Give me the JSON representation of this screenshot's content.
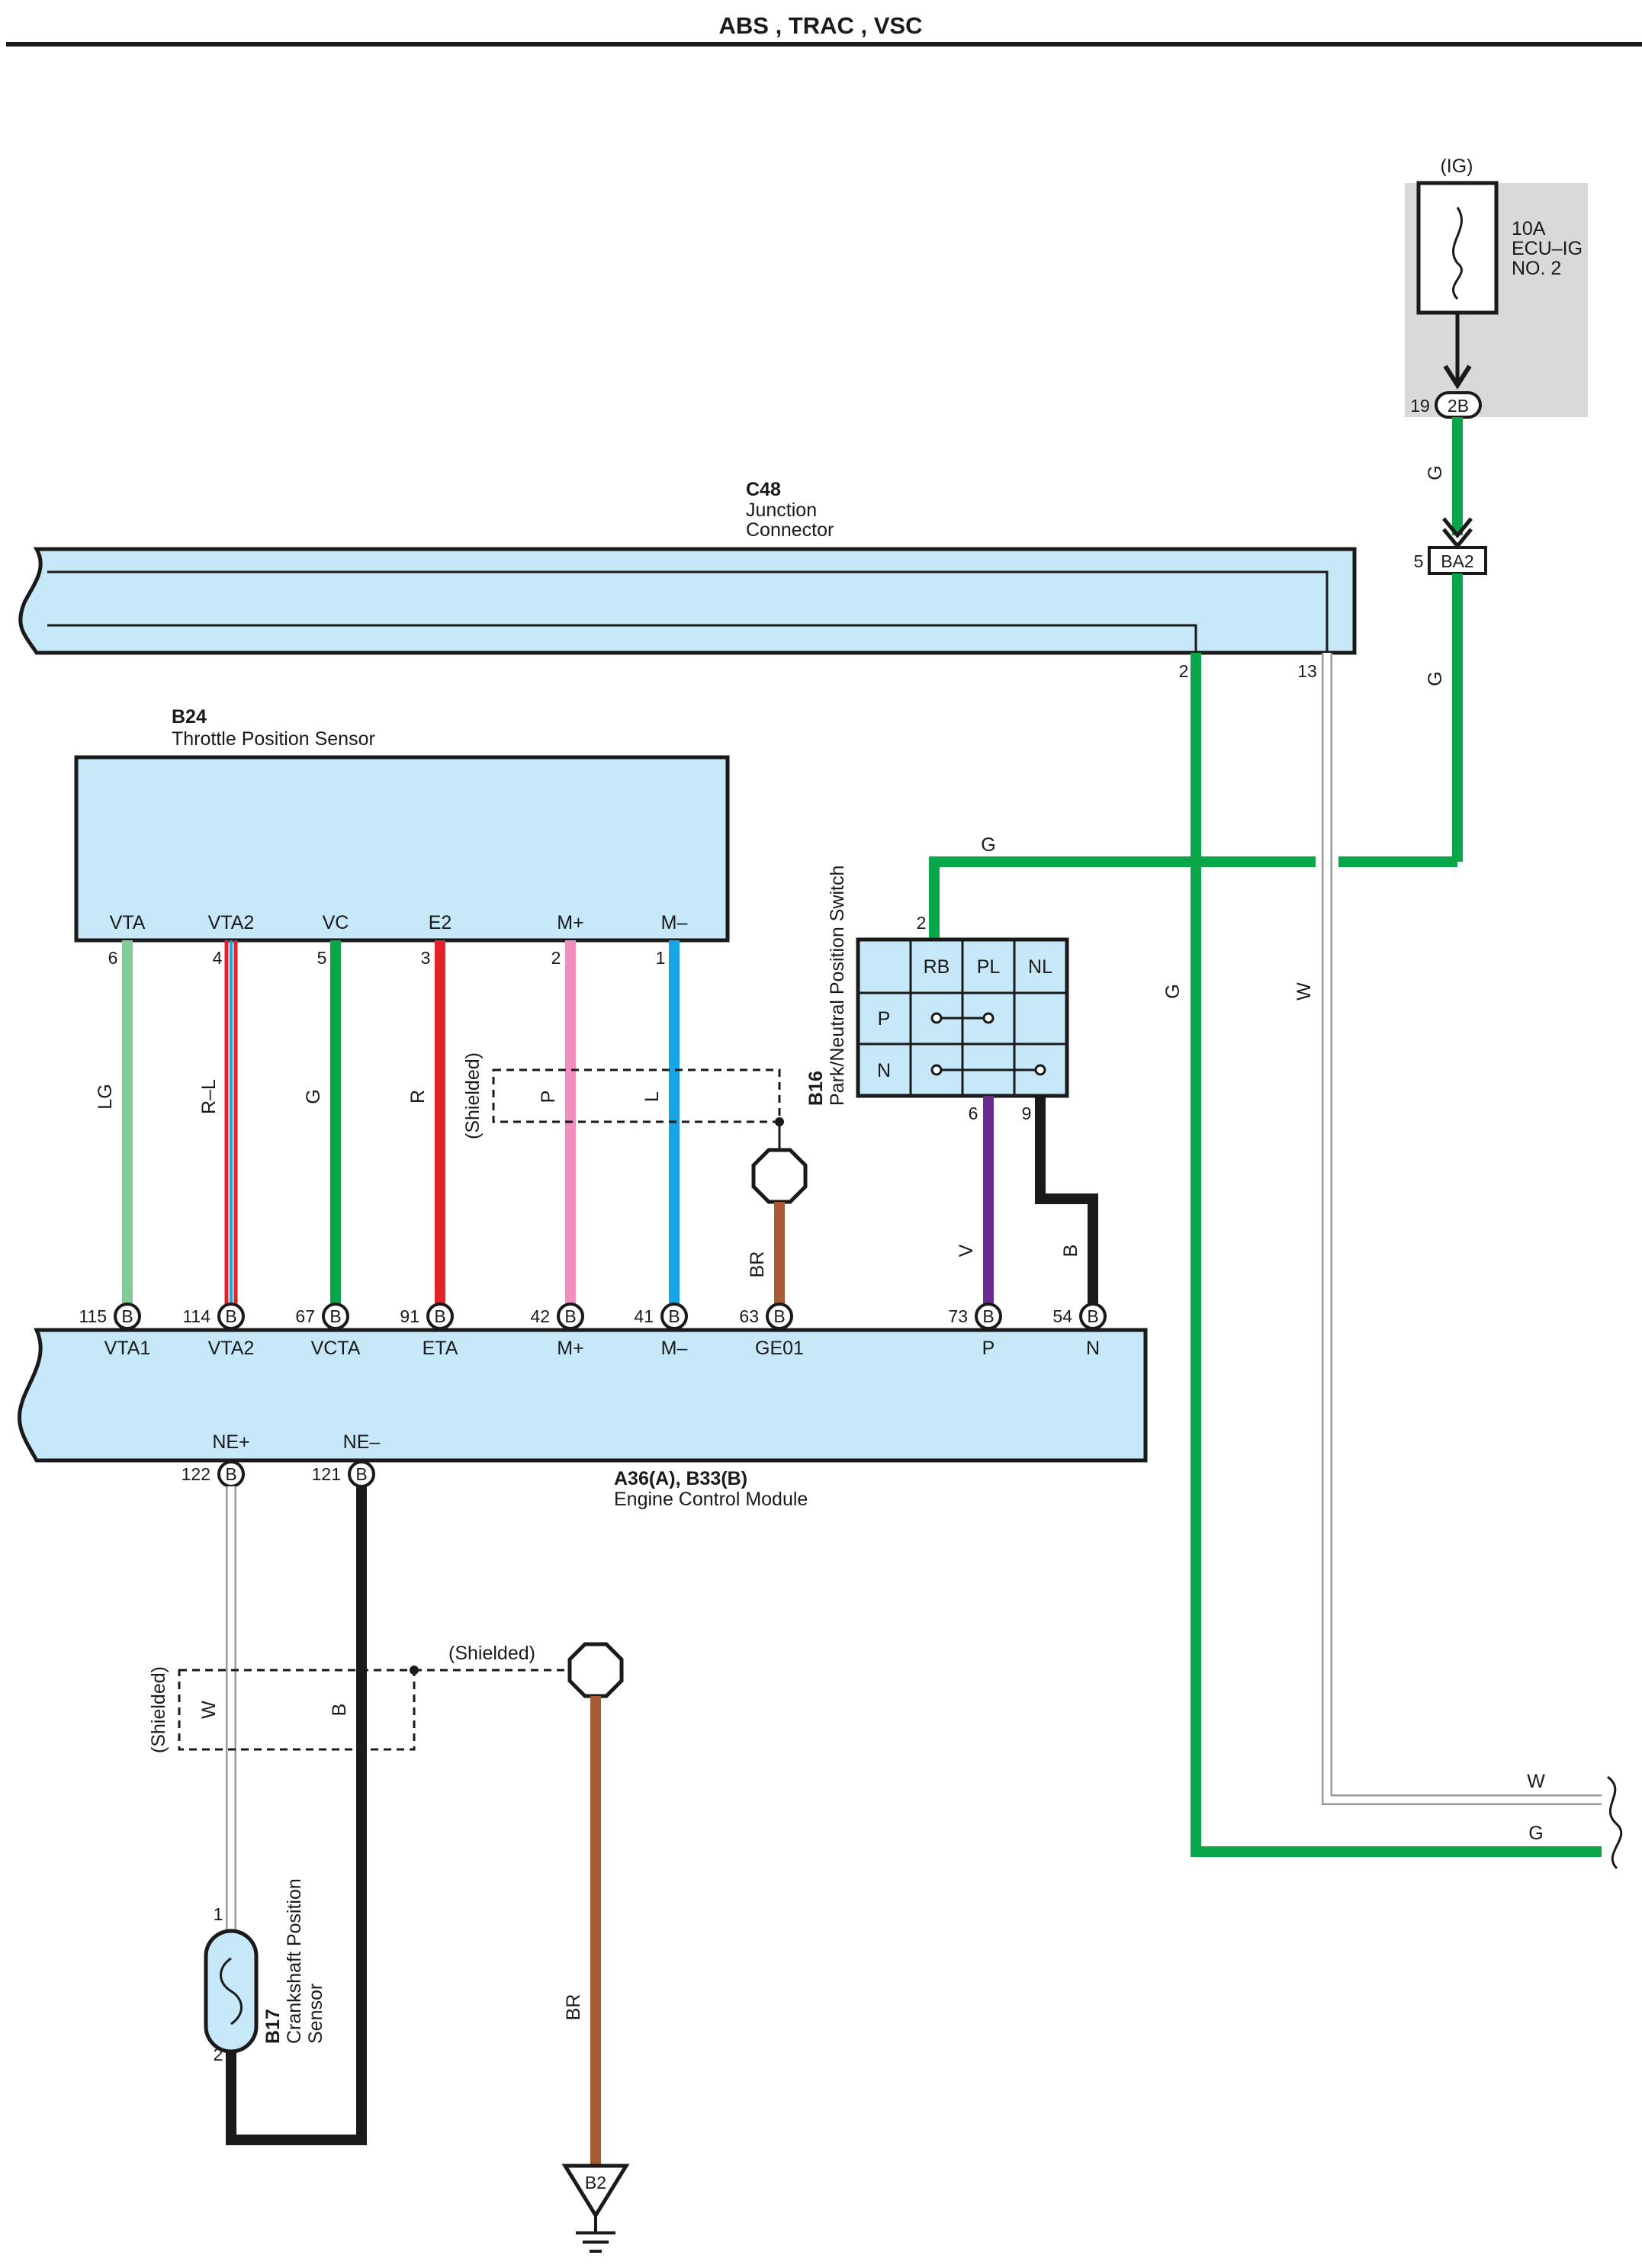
{
  "title": "ABS , TRAC , VSC",
  "colors": {
    "G": "#0aa64a",
    "LG": "#82cc9a",
    "R": "#e3222a",
    "P": "#f28ebf",
    "L": "#16a6e8",
    "BR": "#a85a33",
    "V": "#6a2c8e",
    "B": "#1a1a1a",
    "W": "#ffffff",
    "box": "#c6e8f8",
    "fuse_bg": "#d9d9d9"
  },
  "fuse": {
    "label": "(IG)",
    "rating": "10A",
    "name1": "ECU–IG",
    "name2": "NO. 2",
    "connector": "2B",
    "pin": "19",
    "wire": "G"
  },
  "ba2": {
    "connector": "BA2",
    "pin": "5",
    "wire": "G"
  },
  "c48": {
    "code": "C48",
    "name1": "Junction",
    "name2": "Connector",
    "pin_a": "2",
    "pin_b": "13"
  },
  "b24": {
    "code": "B24",
    "name": "Throttle Position Sensor",
    "terminals": [
      {
        "name": "VTA",
        "pin": "6",
        "wire": "LG"
      },
      {
        "name": "VTA2",
        "pin": "4",
        "wire": "R–L"
      },
      {
        "name": "VC",
        "pin": "5",
        "wire": "G"
      },
      {
        "name": "E2",
        "pin": "3",
        "wire": "R"
      },
      {
        "name": "M+",
        "pin": "2",
        "wire": "P"
      },
      {
        "name": "M–",
        "pin": "1",
        "wire": "L"
      }
    ]
  },
  "shield_label": "(Shielded)",
  "ecm": {
    "code": "A36(A), B33(B)",
    "name": "Engine Control Module",
    "connector": "B",
    "top": [
      {
        "pin": "115",
        "name": "VTA1"
      },
      {
        "pin": "114",
        "name": "VTA2"
      },
      {
        "pin": "67",
        "name": "VCTA"
      },
      {
        "pin": "91",
        "name": "ETA"
      },
      {
        "pin": "42",
        "name": "M+"
      },
      {
        "pin": "41",
        "name": "M–"
      },
      {
        "pin": "63",
        "name": "GE01"
      },
      {
        "pin": "73",
        "name": "P"
      },
      {
        "pin": "54",
        "name": "N"
      }
    ],
    "bottom": [
      {
        "pin": "122",
        "name": "NE+"
      },
      {
        "pin": "121",
        "name": "NE–"
      }
    ]
  },
  "ge01_wire": "BR",
  "b16": {
    "code": "B16",
    "name": "Park/Neutral Position Switch",
    "cols": [
      "RB",
      "PL",
      "NL"
    ],
    "rows": [
      "P",
      "N"
    ],
    "pin_in": "2",
    "pin_p": "6",
    "pin_n": "9",
    "wire_in": "G",
    "wire_p": "V",
    "wire_n": "B"
  },
  "right_wires": {
    "g_label": "G",
    "w_label": "W",
    "top_g": "G"
  },
  "b17": {
    "code": "B17",
    "name1": "Crankshaft Position",
    "name2": "Sensor",
    "pin1": "1",
    "pin2": "2",
    "wire1": "W",
    "wire2": "B"
  },
  "ground": {
    "code": "B2",
    "wire": "BR"
  }
}
